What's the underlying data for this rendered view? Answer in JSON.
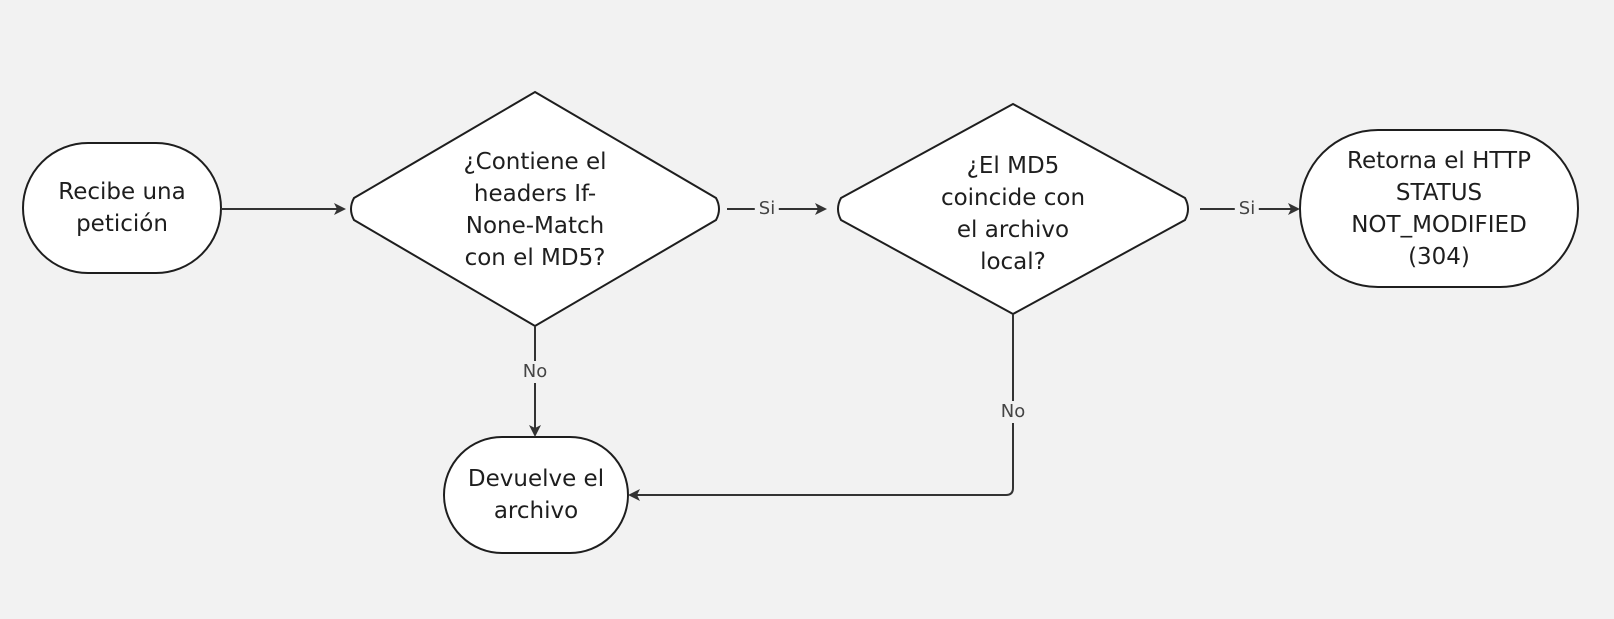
{
  "nodes": {
    "start": "Recibe una\npetición",
    "decision_header": "¿Contiene el\nheaders If-\nNone-Match\ncon el MD5?",
    "decision_md5": "¿El MD5\ncoincide con\nel archivo\nlocal?",
    "not_modified": "Retorna el HTTP\nSTATUS\nNOT_MODIFIED\n(304)",
    "return_file": "Devuelve el\narchivo"
  },
  "edges": {
    "header_yes": "Si",
    "header_no": "No",
    "md5_yes": "Si",
    "md5_no": "No"
  },
  "colors": {
    "background": "#f2f2f2",
    "node_fill": "#ffffff",
    "stroke": "#1e1e1e",
    "connector": "#333333"
  }
}
